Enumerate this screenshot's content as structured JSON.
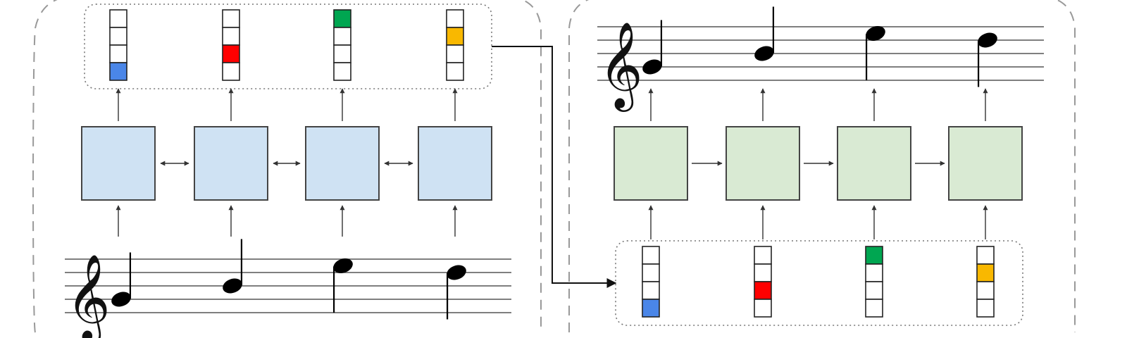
{
  "encoder": {
    "cells": [
      {
        "id": "enc-1"
      },
      {
        "id": "enc-2"
      },
      {
        "id": "enc-3"
      },
      {
        "id": "enc-4"
      }
    ],
    "cell_color": "#cfe2f3",
    "connection": "bidirectional",
    "input": {
      "clef": "treble",
      "notes": [
        {
          "pitch": "G4",
          "stem": "up"
        },
        {
          "pitch": "B4",
          "stem": "up"
        },
        {
          "pitch": "E5",
          "stem": "down"
        },
        {
          "pitch": "D5",
          "stem": "down"
        }
      ]
    },
    "codes": [
      {
        "slots": 4,
        "active": 3,
        "color": "#4a86e8"
      },
      {
        "slots": 4,
        "active": 2,
        "color": "#ff0000"
      },
      {
        "slots": 4,
        "active": 0,
        "color": "#00a651"
      },
      {
        "slots": 4,
        "active": 1,
        "color": "#f9b800"
      }
    ]
  },
  "decoder": {
    "cells": [
      {
        "id": "dec-1"
      },
      {
        "id": "dec-2"
      },
      {
        "id": "dec-3"
      },
      {
        "id": "dec-4"
      }
    ],
    "cell_color": "#d9ead3",
    "connection": "forward",
    "codes": [
      {
        "slots": 4,
        "active": 3,
        "color": "#4a86e8"
      },
      {
        "slots": 4,
        "active": 2,
        "color": "#ff0000"
      },
      {
        "slots": 4,
        "active": 0,
        "color": "#00a651"
      },
      {
        "slots": 4,
        "active": 1,
        "color": "#f9b800"
      }
    ],
    "output": {
      "clef": "treble",
      "notes": [
        {
          "pitch": "G4",
          "stem": "up"
        },
        {
          "pitch": "B4",
          "stem": "up"
        },
        {
          "pitch": "E5",
          "stem": "down"
        },
        {
          "pitch": "D5",
          "stem": "down"
        }
      ]
    }
  }
}
